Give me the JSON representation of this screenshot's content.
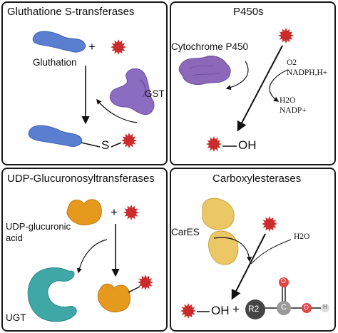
{
  "panels": {
    "gst": {
      "title": "Gluthatione S-transferases",
      "substrate_label": "Gluthation",
      "plus": "+",
      "enzyme_label": "GST",
      "product_link": "S"
    },
    "p450": {
      "title": "P450s",
      "enzyme_label": "Cytochrome P450",
      "cofactor_in_1": "O2",
      "cofactor_in_2": "NADPH,H+",
      "cofactor_out_1": "H2O",
      "cofactor_out_2": "NADP+",
      "product_group": "OH"
    },
    "ugt": {
      "title": "UDP-Glucuronosyltransferases",
      "substrate_label_line1": "UDP-glucuronic",
      "substrate_label_line2": "acid",
      "plus": "+",
      "enzyme_label": "UGT"
    },
    "cares": {
      "title": "Carboxylesterases",
      "enzyme_label": "CarES",
      "cofactor_in": "H2O",
      "product_group": "OH",
      "plus": "+",
      "r_group": "R2",
      "atom_c": "C",
      "atom_o_top": "O",
      "atom_o_right": "O",
      "atom_h": "H"
    }
  },
  "colors": {
    "xenobiotic": "#cc2b2b",
    "glutathione": "#5b7fd0",
    "gst_enzyme": "#8a6cc0",
    "p450_enzyme": "#8d68b8",
    "ugt_substrate": "#e59a1e",
    "ugt_enzyme": "#3fa8a6",
    "cares_enzyme": "#ebc765",
    "r2_circle": "#454545",
    "carbon_circle": "#9a9a9a",
    "oxygen_circle": "#e04444",
    "hydrogen_circle": "#dcdcdc"
  }
}
